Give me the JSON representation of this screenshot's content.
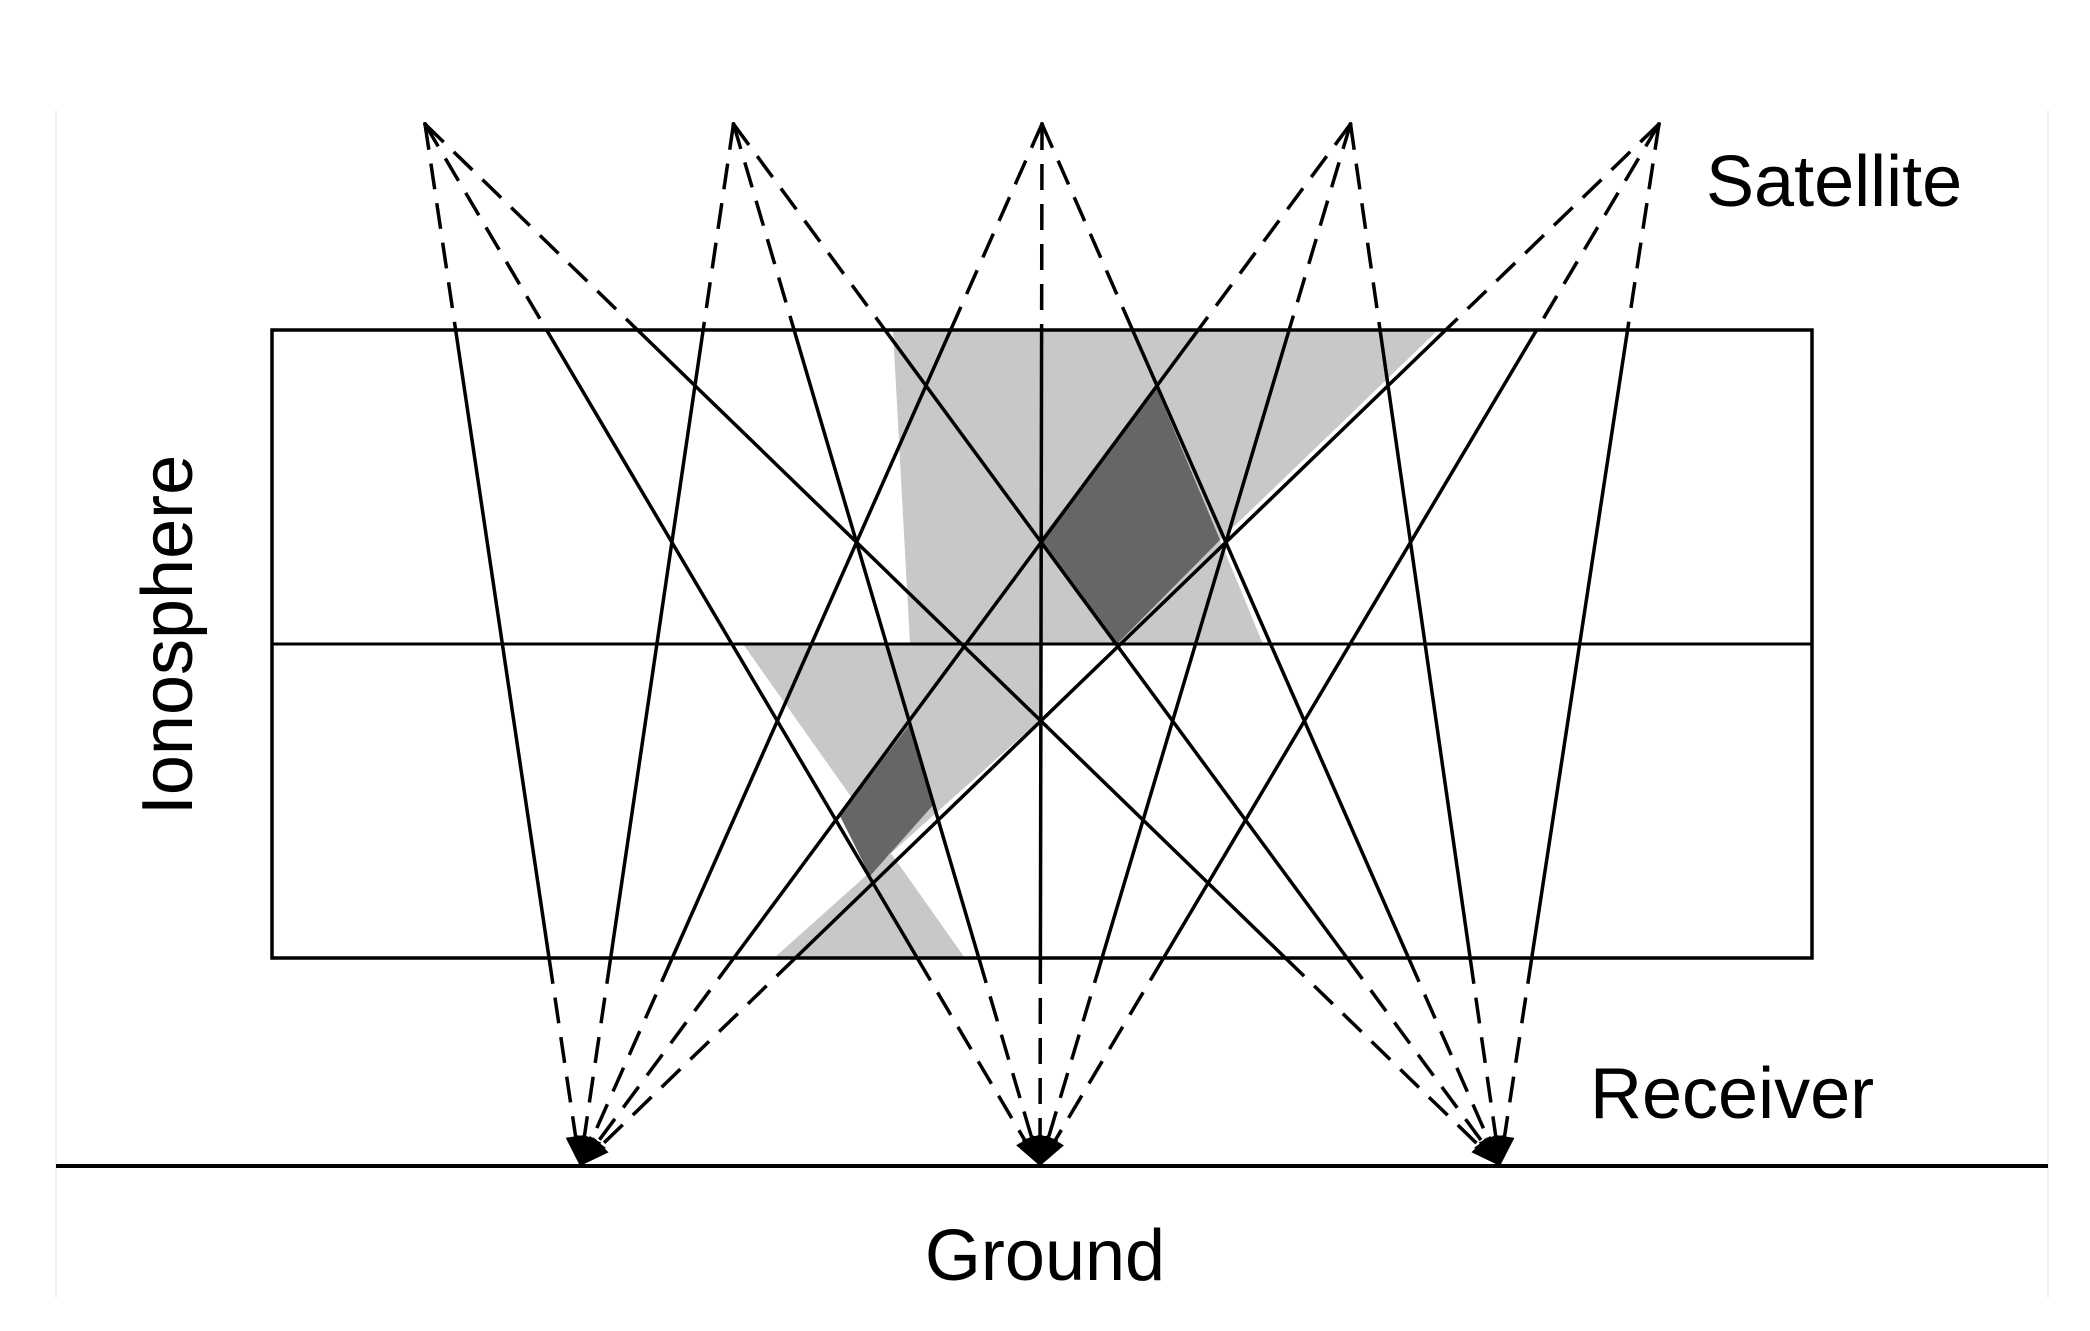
{
  "labels": {
    "satellite": "Satellite",
    "receiver": "Receiver",
    "ground": "Ground",
    "ionosphere": "Ionosphere"
  },
  "colors": {
    "line": "#000000",
    "background": "#ffffff",
    "light_shade": "#c7c8ca",
    "dark_shade": "#666666"
  },
  "structure": {
    "satellite_count": 5,
    "receiver_count": 3,
    "ionosphere_layers": 2,
    "ray_count": 15,
    "path_style_in_ionosphere": "solid",
    "path_style_outside_ionosphere": "dashed"
  }
}
